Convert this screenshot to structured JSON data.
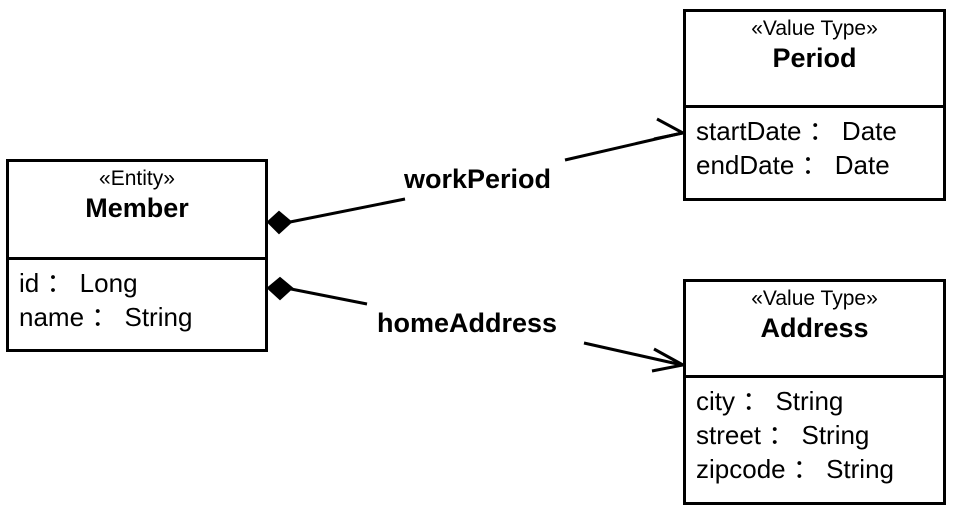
{
  "diagram": {
    "type": "uml-class-diagram",
    "background_color": "#ffffff",
    "line_color": "#000000",
    "classes": [
      {
        "id": "member",
        "stereotype": "«Entity»",
        "name": "Member",
        "attributes": [
          "id ： Long",
          "name ： String"
        ]
      },
      {
        "id": "period",
        "stereotype": "«Value Type»",
        "name": "Period",
        "attributes": [
          "startDate ： Date",
          "endDate ： Date"
        ]
      },
      {
        "id": "address",
        "stereotype": "«Value Type»",
        "name": "Address",
        "attributes": [
          "city ： String",
          "street ： String",
          "zipcode ： String"
        ]
      }
    ],
    "associations": [
      {
        "id": "workperiod",
        "label": "workPeriod",
        "source": "Member",
        "target": "Period",
        "source_decoration": "filled-diamond",
        "target_decoration": "open-arrow"
      },
      {
        "id": "homeaddress",
        "label": "homeAddress",
        "source": "Member",
        "target": "Address",
        "source_decoration": "filled-diamond",
        "target_decoration": "open-arrow"
      }
    ]
  }
}
